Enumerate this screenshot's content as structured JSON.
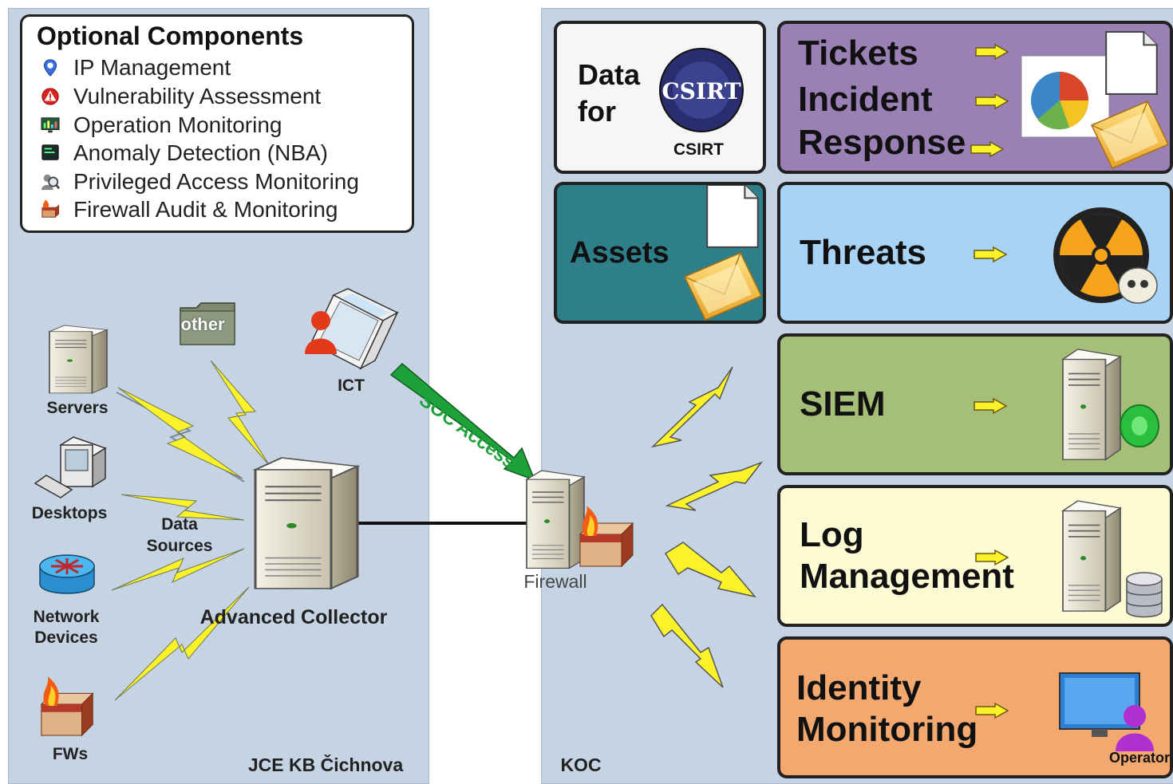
{
  "legend": {
    "title": "Optional Components",
    "items": [
      {
        "label": "IP Management",
        "icon": "ip-pin-icon"
      },
      {
        "label": "Vulnerability Assessment",
        "icon": "warning-icon"
      },
      {
        "label": "Operation Monitoring",
        "icon": "monitor-chart-icon"
      },
      {
        "label": "Anomaly Detection (NBA)",
        "icon": "terminal-icon"
      },
      {
        "label": "Privileged Access Monitoring",
        "icon": "user-search-icon"
      },
      {
        "label": "Firewall Audit & Monitoring",
        "icon": "firewall-icon"
      }
    ]
  },
  "sources": {
    "other": "other",
    "servers": "Servers",
    "desktops": "Desktops",
    "network_line1": "Network",
    "network_line2": "Devices",
    "fws": "FWs",
    "ict": "ICT",
    "data_sources_line1": "Data",
    "data_sources_line2": "Sources"
  },
  "collector": "Advanced Collector",
  "left_site": "JCE KB Čichnova",
  "soc_access": "SOC Access",
  "firewall": "Firewall",
  "right_site": "KOC",
  "modules": {
    "csirt_line1": "Data",
    "csirt_line2": "for",
    "csirt_logo_text": "CSIRT",
    "csirt_caption": "CSIRT",
    "tickets_line1": "Tickets",
    "tickets_line2": "Incident",
    "tickets_line3": "Response",
    "assets": "Assets",
    "threats": "Threats",
    "siem": "SIEM",
    "log_line1": "Log",
    "log_line2": "Management",
    "identity_line1": "Identity",
    "identity_line2": "Monitoring",
    "operator": "Operator"
  },
  "colors": {
    "panel_bg": "#c5d3e3",
    "tickets": "#9a80b5",
    "assets": "#2f7f8b",
    "threats": "#a9d3f5",
    "siem": "#a6bf78",
    "log": "#fcfbd4",
    "identity": "#f2a86e",
    "soc_arrow": "#1fa13a",
    "lightning": "#fbf22a"
  }
}
